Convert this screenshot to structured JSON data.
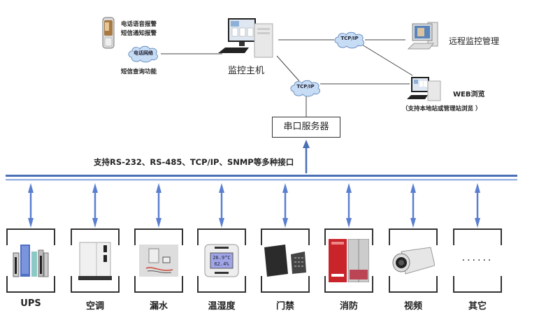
{
  "top": {
    "phone_lines": [
      "电话语音报警",
      "短信通知报警"
    ],
    "phone_network_cloud": "电话网络",
    "sms_query": "短信查询功能",
    "host_label": "监控主机",
    "cloud_top": "TCP/IP",
    "cloud_mid": "TCP/IP",
    "remote_label": "远程监控管理",
    "web_label": "WEB浏览",
    "web_note": "（支持本地站或管理站浏览 ）",
    "serial_server": "串口服务器"
  },
  "bus": {
    "caption": "支持RS-232、RS-485、TCP/IP、SNMP等多种接口",
    "color": "#4a6fb5",
    "arrow_color": "#5b7fd0"
  },
  "devices": [
    {
      "label": "UPS",
      "icon": "ups-icon"
    },
    {
      "label": "空调",
      "icon": "air-conditioner-icon"
    },
    {
      "label": "漏水",
      "icon": "water-leak-sensor-icon"
    },
    {
      "label": "温湿度",
      "icon": "temperature-humidity-icon"
    },
    {
      "label": "门禁",
      "icon": "access-control-icon"
    },
    {
      "label": "消防",
      "icon": "fire-protection-icon"
    },
    {
      "label": "视频",
      "icon": "video-camera-icon"
    },
    {
      "label": "其它",
      "icon": "others-icon",
      "placeholder": "······"
    }
  ],
  "thermo_readout": [
    "26.9°C",
    "62.4%"
  ]
}
